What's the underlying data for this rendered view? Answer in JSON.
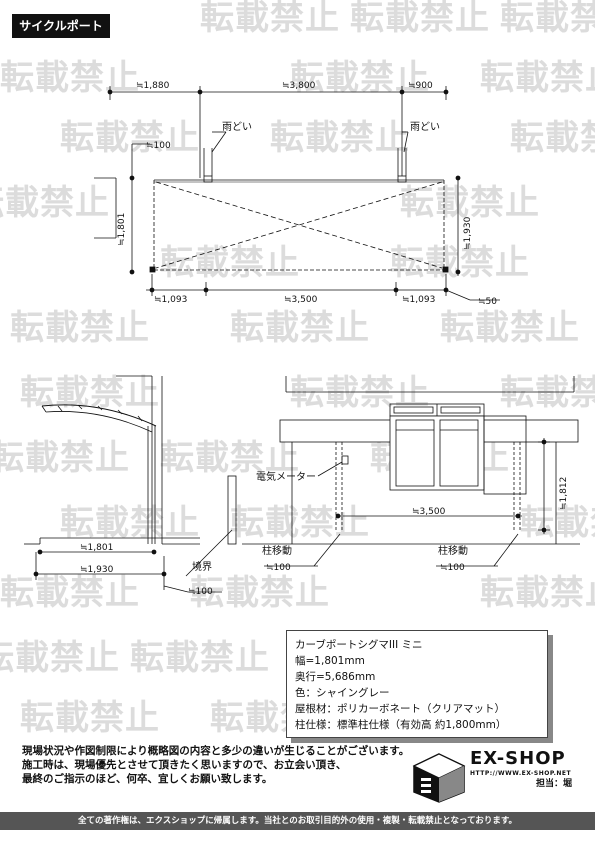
{
  "header": {
    "title": "サイクルポート"
  },
  "watermark": {
    "text": "転載禁止"
  },
  "plan": {
    "top_dims": [
      "≒1,880",
      "≒3,800",
      "≒900"
    ],
    "gutter_left": "雨どい",
    "gutter_right": "雨どい",
    "offset_left": "≒100",
    "depth_left": "≒1,801",
    "depth_right": "≒1,930",
    "bottom_dims": [
      "≒1,093",
      "≒3,500",
      "≒1,093"
    ],
    "offset_right": "≒50"
  },
  "side": {
    "dim_1": "≒1,801",
    "dim_2": "≒1,930",
    "boundary": "境界",
    "offset": "≒100"
  },
  "front": {
    "meter": "電気メーター",
    "span": "≒3,500",
    "height": "≒1,812",
    "post_move_left": "柱移動",
    "post_move_left_dim": "≒100",
    "post_move_right": "柱移動",
    "post_move_right_dim": "≒100"
  },
  "spec": {
    "lines": [
      "カーブポートシグマIII ミニ",
      "幅=1,801mm",
      "奥行=5,686mm",
      "色：シャイングレー",
      "屋根材：ポリカーボネート（クリアマット）",
      "柱仕様：標準柱仕様（有効高 約1,800mm）"
    ]
  },
  "notice": {
    "lines": [
      "現場状況や作図制限により概略図の内容と多少の違いが生じることがございます。",
      "施工時は、現場優先とさせて頂きたく思いますので、お立会い頂き、",
      "最終のご指示のほど、何卒、宜しくお願い致します。"
    ]
  },
  "brand": {
    "logo_text": "EX-SHOP",
    "url": "HTTP://WWW.EX-SHOP.NET",
    "person": "担当：堀"
  },
  "footer": {
    "text": "全ての著作権は、エクスショップに帰属します。当社とのお取引目的外の使用・複製・転載禁止となっております。"
  },
  "colors": {
    "ink": "#111111",
    "watermark": "#dcdcdc",
    "footer_bg": "#555555"
  }
}
